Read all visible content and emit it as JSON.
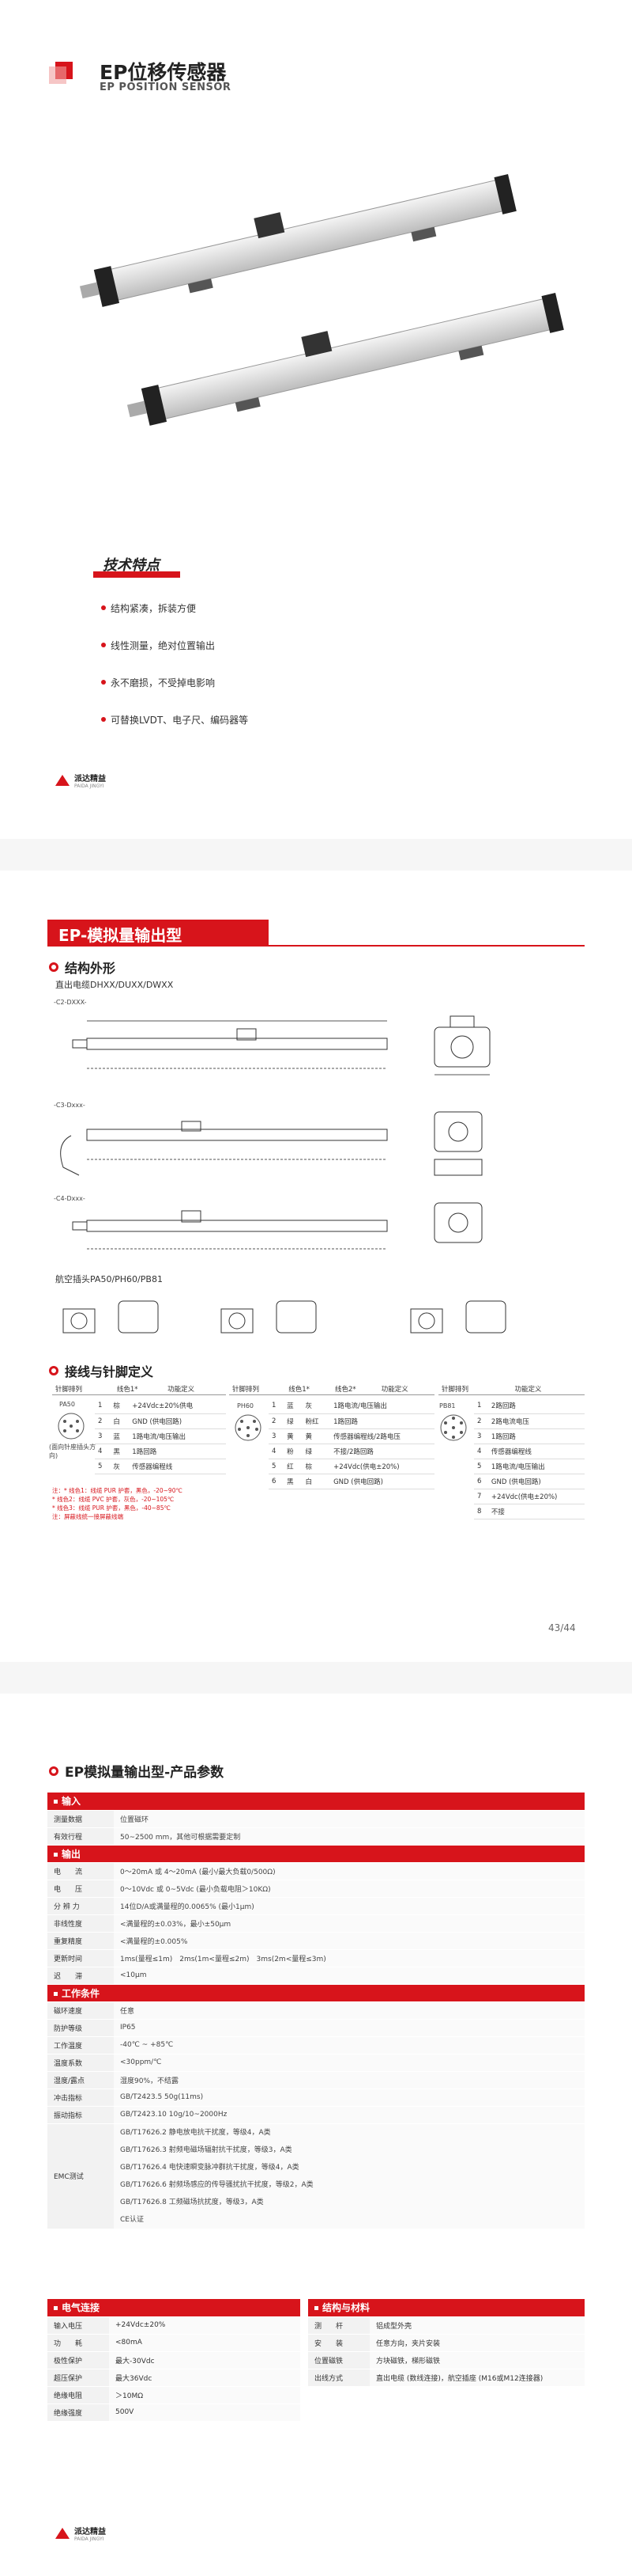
{
  "page1": {
    "title": "EP位移传感器",
    "subtitle": "EP POSITION SENSOR",
    "features_heading": "技术特点",
    "features": [
      "结构紧凑，拆装方便",
      "线性测量，绝对位置输出",
      "永不磨损，不受掉电影响",
      "可替换LVDT、电子尺、编码器等"
    ]
  },
  "logo": {
    "name": "派达精益",
    "sub": "PAIDA JINGYI"
  },
  "page2": {
    "banner": "EP-模拟量输出型",
    "structure_heading": "结构外形",
    "straight_cable": "直出电缆DHXX/DUXX/DWXX",
    "models": [
      "-C2-DXXX-",
      "-C3-Dxxx-",
      "-C4-Dxxx-"
    ],
    "aviation_plug": "航空插头PA50/PH60/PB81",
    "wiring_heading": "接线与针脚定义",
    "pin_headers": [
      "针脚排列",
      "线色1*",
      "功能定义"
    ],
    "pin_headers_b": [
      "针脚排列",
      "线色1*",
      "线色2*",
      "功能定义"
    ],
    "pin_headers_c": [
      "针脚排列",
      "功能定义"
    ],
    "pa50_label": "PA50",
    "ph60_label": "PH60",
    "pb81_label": "PB81",
    "plug_caption": "(面向针座插头方向)",
    "table_a": [
      [
        "1",
        "棕",
        "+24Vdc±20%供电"
      ],
      [
        "2",
        "白",
        "GND (供电回路)"
      ],
      [
        "3",
        "蓝",
        "1路电流/电压输出"
      ],
      [
        "4",
        "黑",
        "1路回路"
      ],
      [
        "5",
        "灰",
        "传感器编程线"
      ]
    ],
    "table_b": [
      [
        "1",
        "蓝",
        "灰",
        "1路电流/电压输出"
      ],
      [
        "2",
        "绿",
        "粉红",
        "1路回路"
      ],
      [
        "3",
        "黄",
        "黄",
        "传感器编程线/2路电压"
      ],
      [
        "4",
        "粉",
        "绿",
        "不接/2路回路"
      ],
      [
        "5",
        "红",
        "棕",
        "+24Vdc(供电±20%)"
      ],
      [
        "6",
        "黑",
        "白",
        "GND (供电回路)"
      ]
    ],
    "table_c": [
      [
        "1",
        "2路回路"
      ],
      [
        "2",
        "2路电流电压"
      ],
      [
        "3",
        "1路回路"
      ],
      [
        "4",
        "传感器编程线"
      ],
      [
        "5",
        "1路电流/电压输出"
      ],
      [
        "6",
        "GND (供电回路)"
      ],
      [
        "7",
        "+24Vdc(供电±20%)"
      ],
      [
        "8",
        "不接"
      ]
    ],
    "notes": [
      "注：* 线色1：线缆 PUR 护套，黑色，-20~90℃",
      "* 线色2：线缆 PVC 护套，灰色，-20~105℃",
      "* 线色3：线缆 PUR 护套，黑色，-40~85℃",
      "注：屏蔽线统一接屏蔽线端"
    ],
    "page_number": "43/44"
  },
  "page3": {
    "title": "EP模拟量输出型-产品参数",
    "sections": [
      {
        "name": "输入",
        "rows": [
          [
            "测量数据",
            "位置磁环"
          ],
          [
            "有效行程",
            "50~2500 mm，其他可根据需要定制"
          ]
        ]
      },
      {
        "name": "输出",
        "rows": [
          [
            "电　　流",
            "0～20mA 或 4～20mA (最小/最大负载0/500Ω)"
          ],
          [
            "电　　压",
            "0～10Vdc 或 0~5Vdc (最小负载电阻＞10KΩ)"
          ],
          [
            "分 辨 力",
            "14位D/A或满量程的0.0065% (最小1μm)"
          ],
          [
            "非线性度",
            "<满量程的±0.03%，最小±50μm"
          ],
          [
            "重复精度",
            "<满量程的±0.005%"
          ],
          [
            "更新时间",
            "1ms(量程≤1m)　2ms(1m<量程≤2m)　3ms(2m<量程≤3m)"
          ],
          [
            "迟　　滞",
            "<10μm"
          ]
        ]
      },
      {
        "name": "工作条件",
        "rows": [
          [
            "磁环速度",
            "任意"
          ],
          [
            "防护等级",
            "IP65"
          ],
          [
            "工作温度",
            "-40℃ ~ +85℃"
          ],
          [
            "温度系数",
            "<30ppm/℃"
          ],
          [
            "湿度/露点",
            "湿度90%，不结露"
          ],
          [
            "冲击指标",
            "GB/T2423.5 50g(11ms)"
          ],
          [
            "振动指标",
            "GB/T2423.10  10g/10~2000Hz"
          ]
        ]
      },
      {
        "name": "EMC测试",
        "lines": [
          "GB/T17626.2  静电放电抗干扰度，等级4，A类",
          "GB/T17626.3  射频电磁场辐射抗干扰度，等级3，A类",
          "GB/T17626.4  电快速瞬变脉冲群抗干扰度，等级4，A类",
          "GB/T17626.6  射频场感应的传导骚扰抗干扰度，等级2，A类",
          "GB/T17626.8  工频磁场抗扰度，等级3，A类",
          "CE认证"
        ]
      }
    ],
    "electrical": {
      "name": "电气连接",
      "rows": [
        [
          "输入电压",
          "+24Vdc±20%"
        ],
        [
          "功　　耗",
          "<80mA"
        ],
        [
          "极性保护",
          "最大-30Vdc"
        ],
        [
          "超压保护",
          "最大36Vdc"
        ],
        [
          "绝缘电阻",
          "＞10MΩ"
        ],
        [
          "绝缘强度",
          "500V"
        ]
      ]
    },
    "structure": {
      "name": "结构与材料",
      "rows": [
        [
          "测　　杆",
          "铝成型外壳"
        ],
        [
          "安　　装",
          "任意方向，夹片安装"
        ],
        [
          "位置磁铁",
          "方块磁铁，梯形磁铁"
        ],
        [
          "出线方式",
          "直出电缆 (数线连接)，航空插座 (M16或M12连接器)"
        ]
      ]
    }
  },
  "colors": {
    "accent": "#d7141b"
  }
}
